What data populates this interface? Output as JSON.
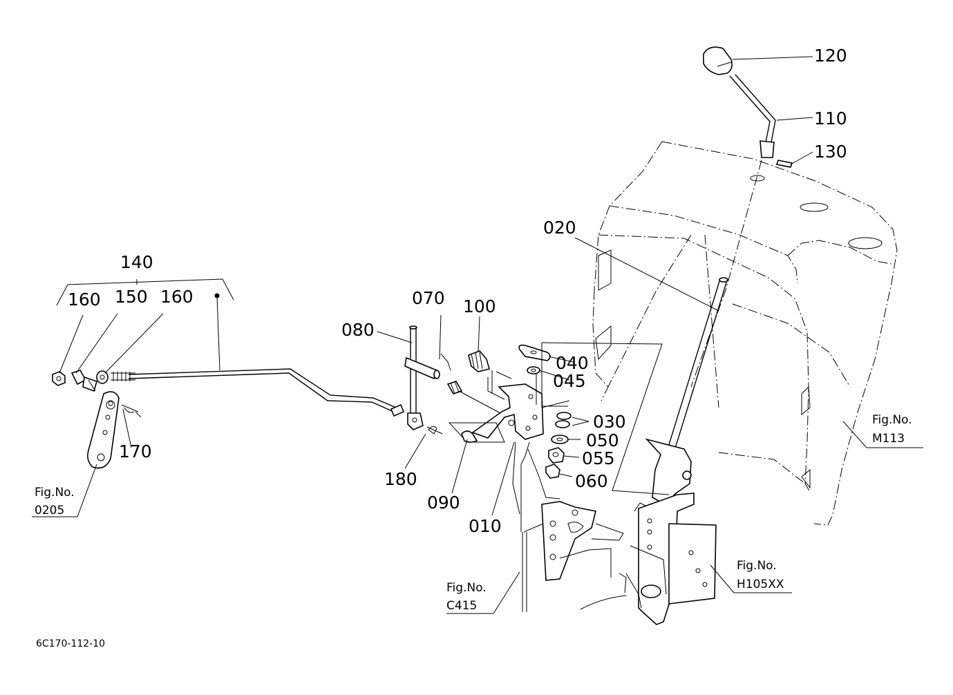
{
  "diagram": {
    "part_labels": {
      "p120": "120",
      "p110": "110",
      "p130": "130",
      "p020": "020",
      "p140": "140",
      "p160a": "160",
      "p150": "150",
      "p160b": "160",
      "p070": "070",
      "p100": "100",
      "p080": "080",
      "p040": "040",
      "p045": "045",
      "p030": "030",
      "p050": "050",
      "p055": "055",
      "p060": "060",
      "p170": "170",
      "p180": "180",
      "p090": "090",
      "p010": "010"
    },
    "figure_refs": {
      "m113": {
        "title": "Fig.No.",
        "number": "M113"
      },
      "f0205": {
        "title": "Fig.No.",
        "number": "0205"
      },
      "c415": {
        "title": "Fig.No.",
        "number": "C415"
      },
      "h105": {
        "title": "Fig.No.",
        "number": "H105XX"
      }
    },
    "drawing_code": "6C170-112-10"
  }
}
